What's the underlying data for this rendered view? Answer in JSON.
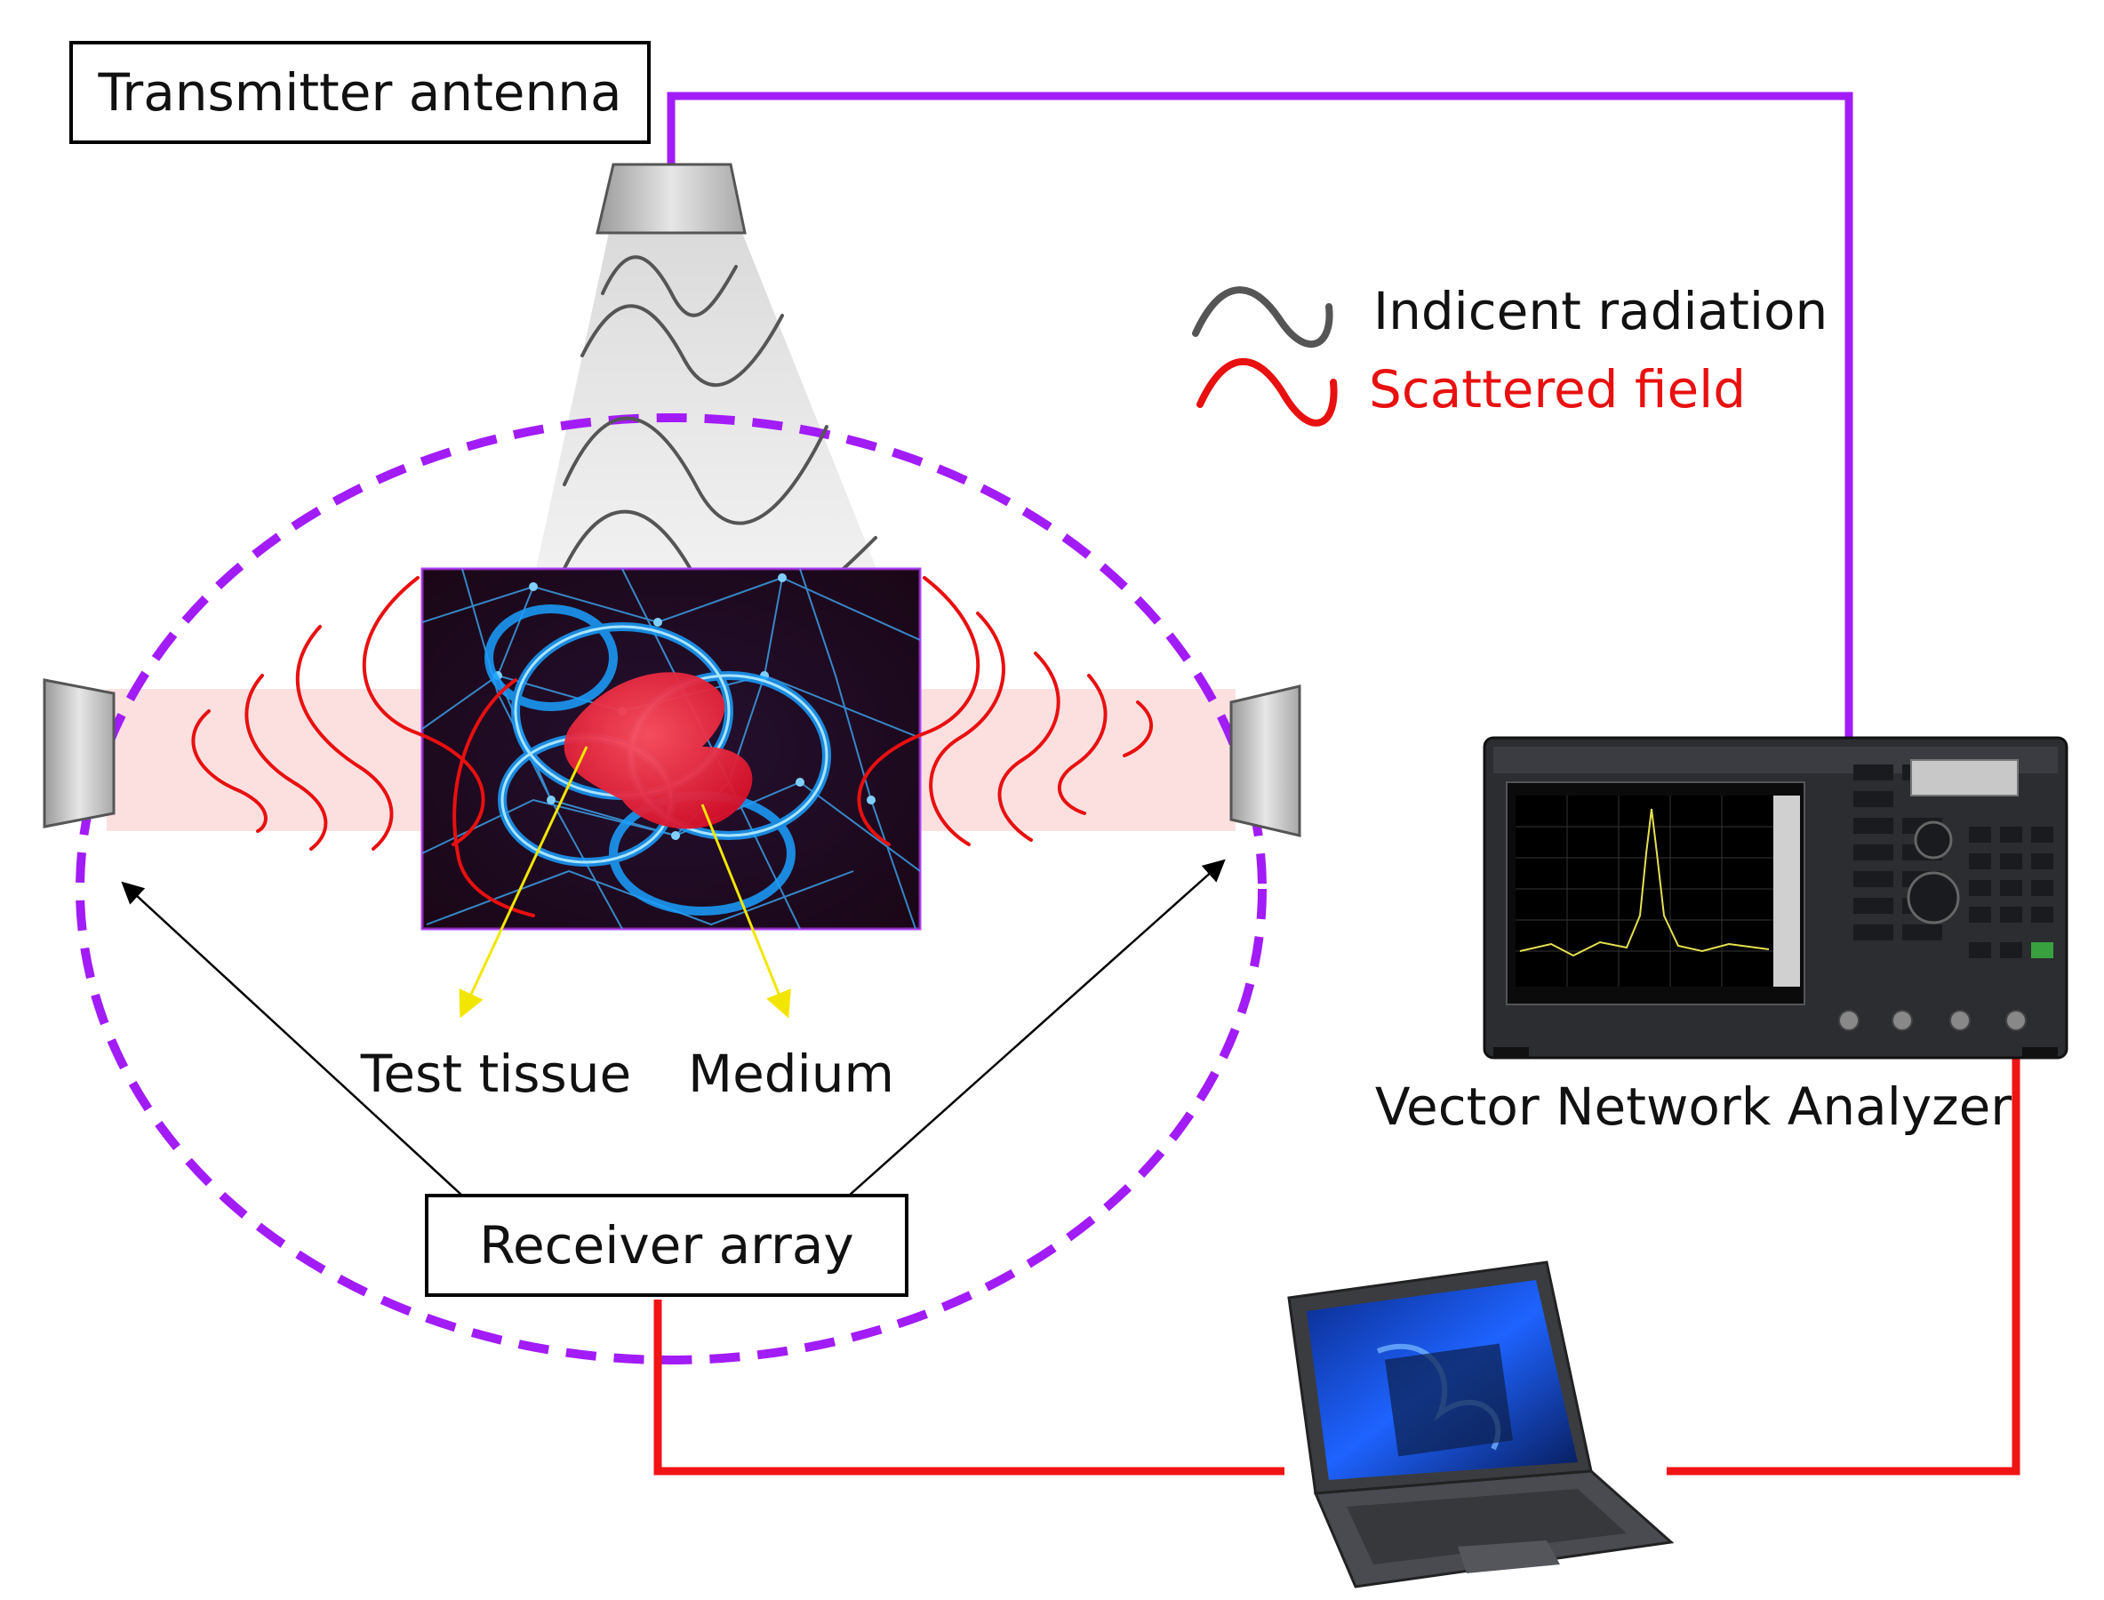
{
  "labels": {
    "transmitter": "Transmitter antenna",
    "receiver": "Receiver array",
    "test_tissue": "Test tissue",
    "medium": "Medium",
    "vna": "Vector Network Analyzer"
  },
  "legend": {
    "incident": "Indicent radiation",
    "scattered": "Scattered field"
  },
  "colors": {
    "enclosure": "#a21cf7",
    "tx_cable": "#a21cf7",
    "rx_cable": "#f01414",
    "incident_wave": "#555555",
    "scattered_wave": "#e81010",
    "tissue_glow": "#1aa0ff",
    "tumor": "#ff2a3c",
    "pointer": "#f2e600"
  },
  "icons": {
    "tx_horn": "horn-antenna-icon",
    "rx_horn": "horn-antenna-icon",
    "vna": "vector-network-analyzer-icon",
    "laptop": "laptop-icon"
  }
}
